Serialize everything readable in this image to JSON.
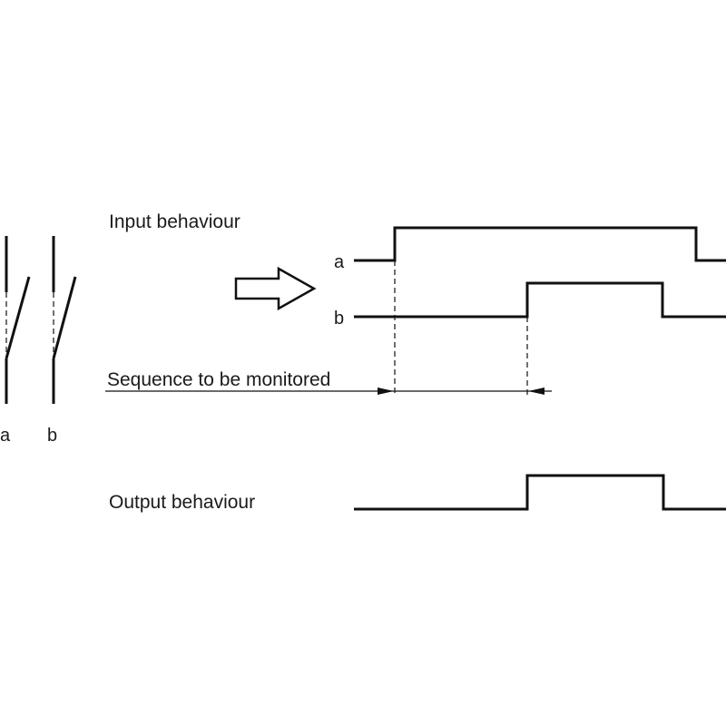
{
  "labels": {
    "input_behaviour": "Input behaviour",
    "output_behaviour": "Output behaviour",
    "sequence": "Sequence to be monitored",
    "signal_a": "a",
    "signal_b": "b",
    "contact_a": "a",
    "contact_b": "b"
  },
  "colors": {
    "line": "#111111",
    "background": "#ffffff"
  },
  "icons": {
    "arrow": "right-arrow-outline-icon",
    "contact": "switch-contact-icon"
  }
}
